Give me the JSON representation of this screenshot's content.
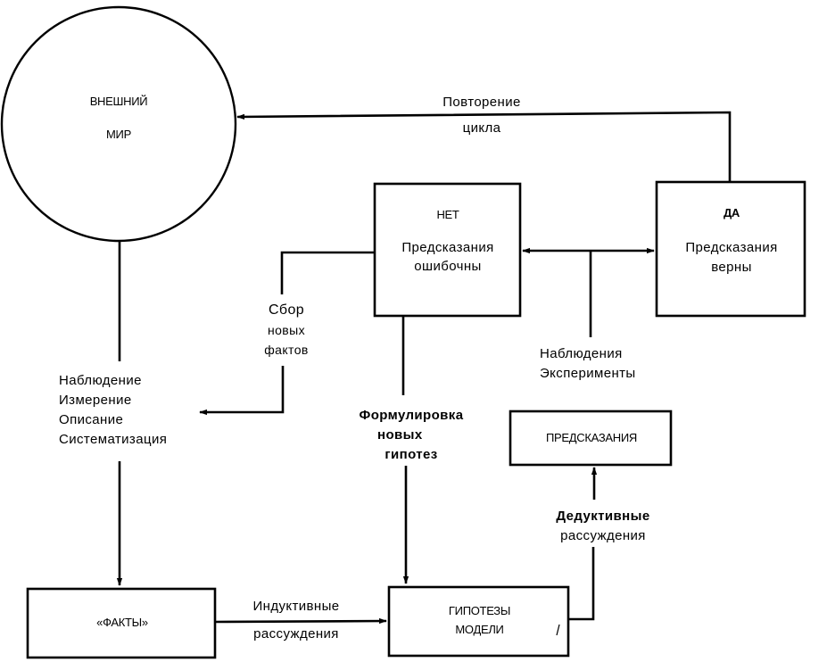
{
  "diagram": {
    "type": "flowchart",
    "colors": {
      "stroke": "#000000",
      "background": "#ffffff"
    },
    "nodes": {
      "external_world": {
        "shape": "circle",
        "lines": [
          "ВНЕШНИЙ",
          "МИР"
        ]
      },
      "predictions_wrong": {
        "shape": "box",
        "header": "НЕТ",
        "lines": [
          "Предсказания",
          "ошибочны"
        ]
      },
      "predictions_right": {
        "shape": "box",
        "header": "ДА",
        "lines": [
          "Предсказания",
          "верны"
        ]
      },
      "predictions": {
        "shape": "box",
        "lines": [
          "ПРЕДСКАЗАНИЯ"
        ]
      },
      "facts": {
        "shape": "box",
        "lines": [
          "«ФАКТЫ»"
        ]
      },
      "hypotheses": {
        "shape": "box",
        "lines": [
          "ГИПОТЕЗЫ",
          "МОДЕЛИ"
        ]
      }
    },
    "edge_labels": {
      "repeat_cycle": [
        "Повторение",
        "цикла"
      ],
      "collect_new_facts": [
        "Сбор",
        "новых",
        "фактов"
      ],
      "observation_steps": [
        "Наблюдение",
        "Измерение",
        "Описание",
        "Систематизация"
      ],
      "observations_experiments": [
        "Наблюдения",
        "Эксперименты"
      ],
      "formulate_hypotheses": [
        "Формулировка",
        "новых",
        "гипотез"
      ],
      "deductive_reasoning": [
        "Дедуктивные",
        "рассуждения"
      ],
      "inductive_reasoning": [
        "Индуктивные",
        "рассуждения"
      ]
    },
    "edges": [
      {
        "from": "predictions_right",
        "to": "external_world",
        "label": "repeat_cycle"
      },
      {
        "from": "external_world",
        "to": "facts",
        "label": "observation_steps"
      },
      {
        "from": "predictions_wrong",
        "to": "observation_steps",
        "label": "collect_new_facts"
      },
      {
        "from": "predictions_wrong",
        "to": "hypotheses",
        "label": "formulate_hypotheses"
      },
      {
        "from": "observations_experiments",
        "to": "predictions_wrong"
      },
      {
        "from": "observations_experiments",
        "to": "predictions_right"
      },
      {
        "from": "facts",
        "to": "hypotheses",
        "label": "inductive_reasoning"
      },
      {
        "from": "hypotheses",
        "to": "predictions",
        "label": "deductive_reasoning"
      }
    ]
  }
}
